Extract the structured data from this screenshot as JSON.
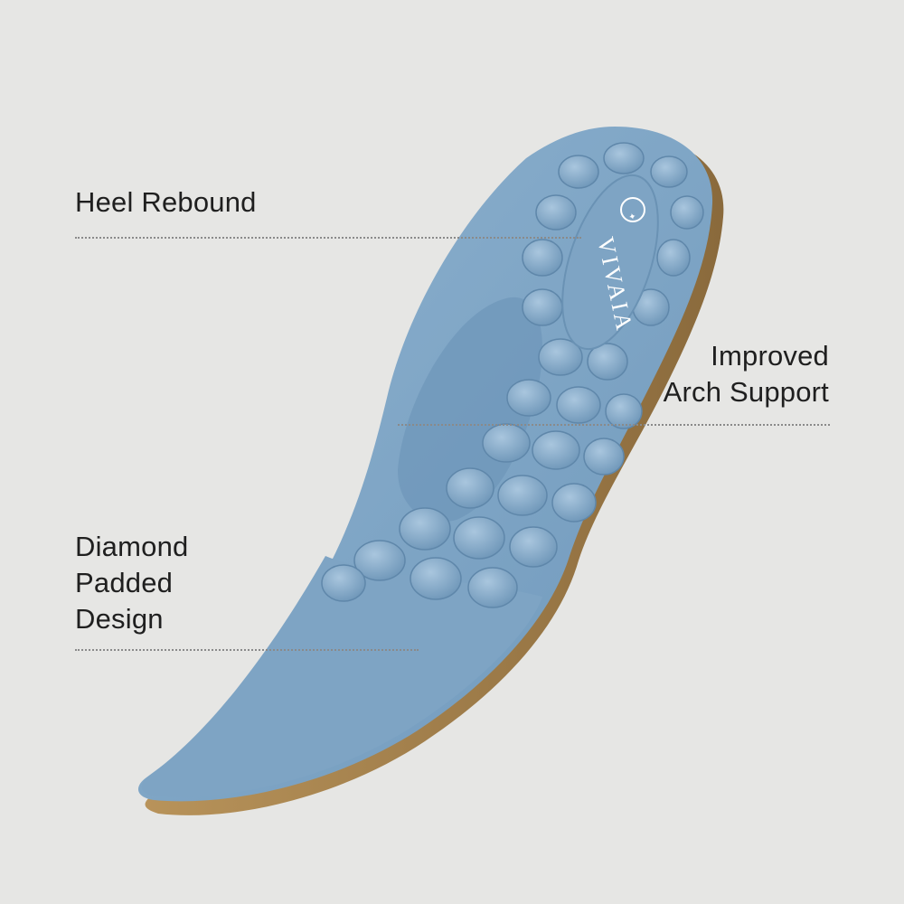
{
  "labels": {
    "heel": "Heel Rebound",
    "arch": [
      "Improved",
      "Arch Support"
    ],
    "diamond": [
      "Diamond",
      "Padded",
      "Design"
    ]
  },
  "brand": "VIVAIA",
  "colors": {
    "background": "#e6e6e4",
    "insole_blue": "#7fa6c6",
    "cork_edge": "#a9844f",
    "text": "#1f1f1f"
  }
}
